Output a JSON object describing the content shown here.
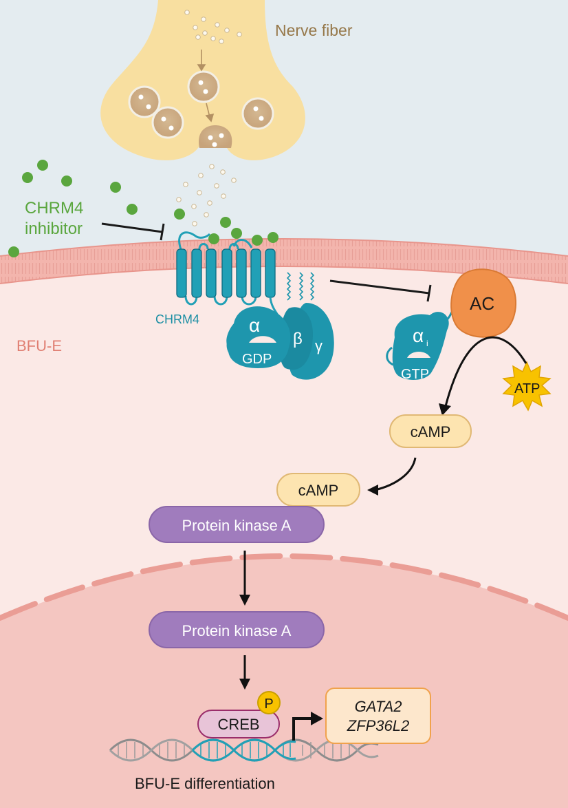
{
  "labels": {
    "nerve_fiber": "Nerve fiber",
    "inhibitor_line1": "CHRM4",
    "inhibitor_line2": "inhibitor",
    "receptor": "CHRM4",
    "cell": "BFU-E",
    "alpha": "α",
    "beta": "β",
    "gamma": "γ",
    "gdp": "GDP",
    "alpha_i": "α",
    "alpha_i_sub": "i",
    "gtp": "GTP",
    "ac": "AC",
    "atp": "ATP",
    "camp_1": "cAMP",
    "camp_2": "cAMP",
    "pka_1": "Protein kinase A",
    "pka_2": "Protein kinase A",
    "phospho": "P",
    "creb": "CREB",
    "gene_1": "GATA2",
    "gene_2": "ZFP36L2",
    "outcome": "BFU-E differentiation"
  },
  "colors": {
    "extracellular": "#e4ecf0",
    "cytoplasm": "#fbe9e6",
    "membrane": "#f2b0a8",
    "nucleus": "#f4c6c1",
    "nerve": "#f8dfa0",
    "receptor": "#21a0b6",
    "gprotein": "#1e96ad",
    "ac": "#f0904a",
    "atp": "#f8c200",
    "camp": "#fde4b0",
    "pka": "#a07cbd",
    "creb": "#e8c4d8",
    "inhibitor": "#5aa63e",
    "nerve_text": "#96784a",
    "cell_text": "#e07f72"
  }
}
